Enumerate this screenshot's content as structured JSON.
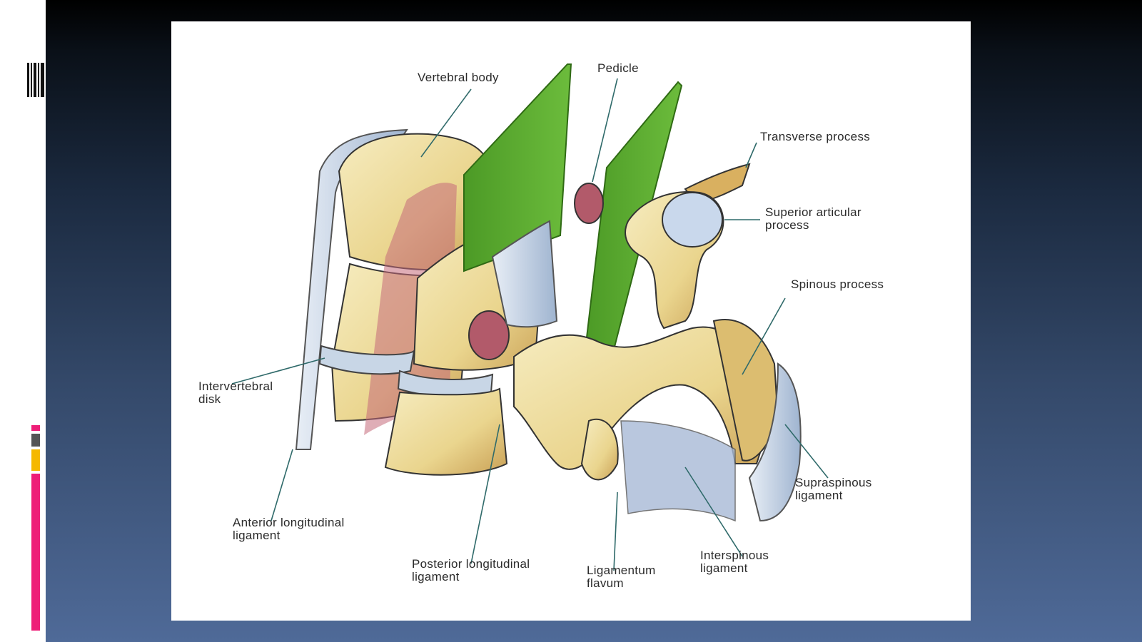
{
  "labels": {
    "vertebral_body": "Vertebral body",
    "pedicle": "Pedicle",
    "transverse_process": "Transverse process",
    "superior_articular_process": "Superior articular\nprocess",
    "spinous_process": "Spinous process",
    "intervertebral_disk": "Intervertebral\ndisk",
    "supraspinous_ligament": "Supraspinous\nligament",
    "anterior_longitudinal_ligament": "Anterior longitudinal\nligament",
    "interspinous_ligament": "Interspinous\nligament",
    "posterior_longitudinal_ligament": "Posterior longitudinal\nligament",
    "ligamentum_flavum": "Ligamentum\nflavum"
  },
  "colors": {
    "bone": "#ecdc98",
    "bone_shadow": "#c9a85a",
    "plane_green": "#5ba830",
    "disk_blue": "#b8c8dc",
    "marrow": "#8a3040",
    "accent_pink": "#ee1e78",
    "accent_gray": "#555555",
    "accent_yellow": "#f5b800"
  }
}
